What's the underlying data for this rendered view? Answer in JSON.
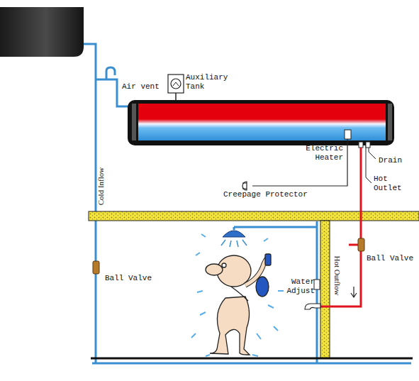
{
  "diagram": {
    "labels": [
      "Auxiliary Tank",
      "Air vent",
      "Electric Heater",
      "Drain",
      "Hot Outlet",
      "Creepage Protector",
      "Cold Inflow",
      "Ball Valve",
      "Ball Valve",
      "Water Adjust",
      "Hot Outflow"
    ]
  }
}
